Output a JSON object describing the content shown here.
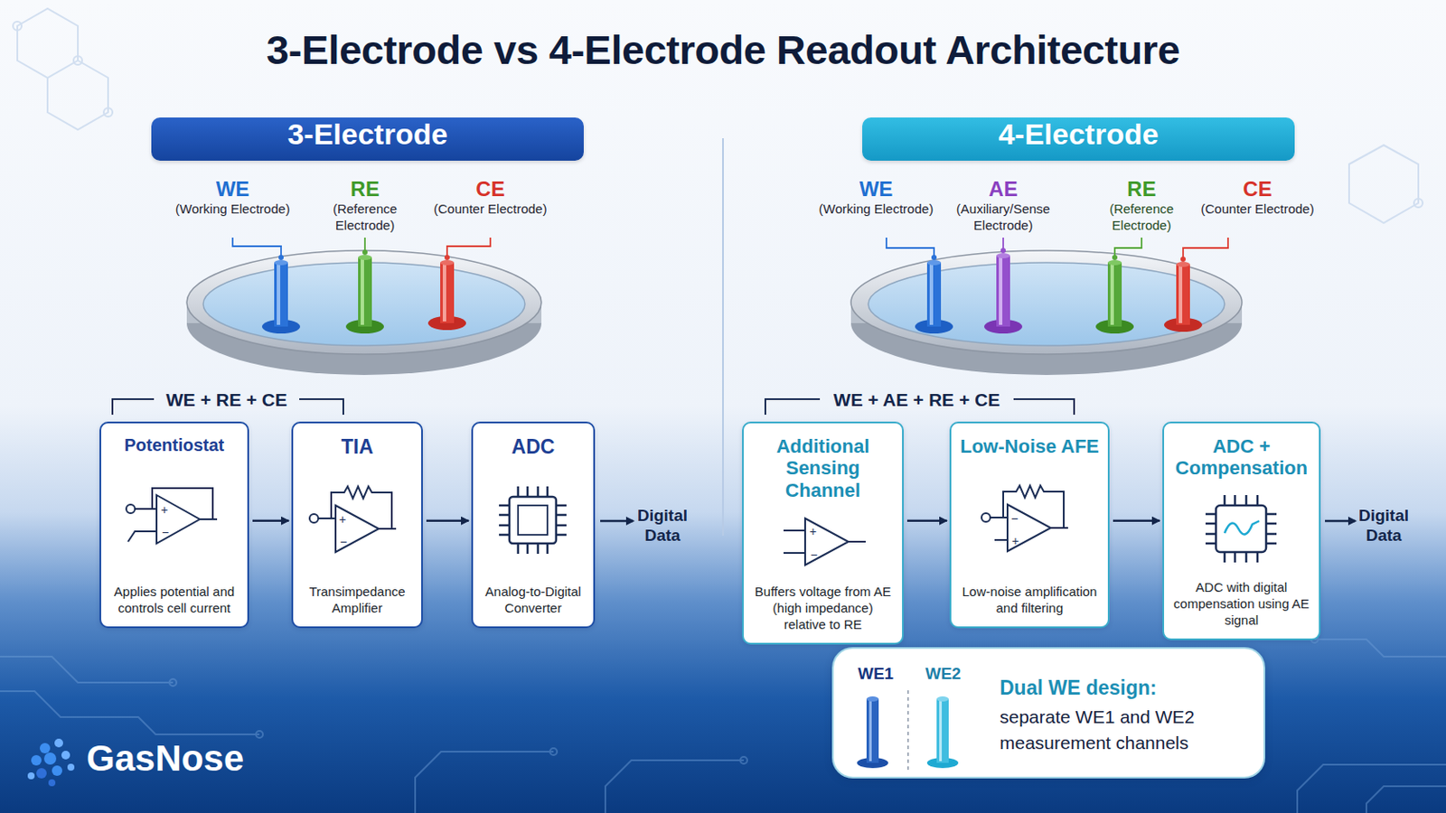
{
  "diagram": {
    "title": "3-Electrode vs 4-Electrode Readout Architecture",
    "nodes": [
      {
        "text": [
          "3-Electrode"
        ]
      },
      {
        "text": [
          "Potentiostat",
          "Applies potential and controls cell current"
        ]
      },
      {
        "text": [
          "TIA",
          "Transimpedance Amplifier"
        ]
      },
      {
        "text": [
          "ADC",
          "Analog-to-Digital Converter"
        ]
      },
      {
        "text": [
          "4-Electrode"
        ]
      },
      {
        "text": [
          "Additional Sensing Channel",
          "Buffers voltage from AE (high impedance) relative to RE"
        ]
      },
      {
        "text": [
          "Low-Noise AFE",
          "Low-noise amplification and filtering"
        ]
      },
      {
        "text": [
          "ADC + Compensation",
          "ADC with digital compensation using AE signal"
        ]
      },
      {
        "text": [
          "WE1",
          "WE2",
          "Dual WE design:",
          "separate WE1 and WE2 measurement channels"
        ]
      }
    ],
    "edges": [
      {
        "from": 1,
        "to": 2,
        "arrow": "to"
      },
      {
        "from": 2,
        "to": 3,
        "arrow": "to"
      },
      {
        "from": 5,
        "to": 6,
        "arrow": "to"
      },
      {
        "from": 6,
        "to": 7,
        "arrow": "to"
      }
    ],
    "labels": [
      "WE",
      "(Working Electrode)",
      "RE",
      "(Reference Electrode)",
      "CE",
      "(Counter Electrode)",
      "WE + RE + CE",
      "Digital Data",
      "WE",
      "(Working Electrode)",
      "AE",
      "(Auxiliary/Sense Electrode)",
      "RE",
      "(Reference Electrode)",
      "CE",
      "(Counter Electrode)",
      "WE + AE + RE + CE",
      "Digital Data",
      "GasNose"
    ]
  }
}
